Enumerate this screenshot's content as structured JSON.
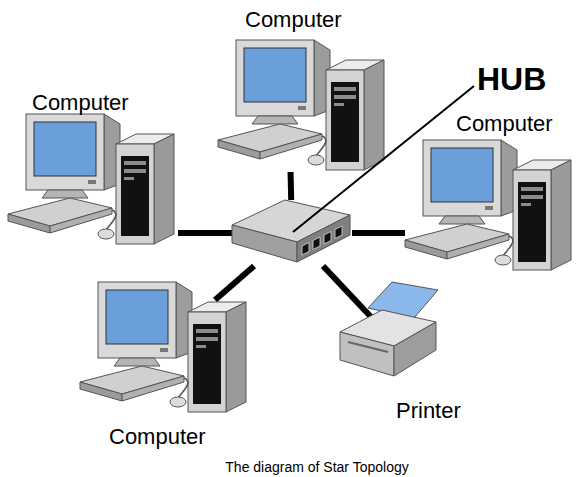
{
  "diagram": {
    "caption": "The diagram of Star Topology",
    "nodes": [
      {
        "text": [
          "Computer"
        ]
      },
      {
        "text": [
          "Computer"
        ]
      },
      {
        "text": [
          "HUB"
        ]
      },
      {
        "text": [
          "Computer"
        ]
      },
      {
        "text": [
          "Computer"
        ]
      },
      {
        "text": [
          "Printer"
        ]
      }
    ],
    "edges": [
      {
        "from": 2,
        "to": 0,
        "arrow": "none"
      },
      {
        "from": 2,
        "to": 1,
        "arrow": "none"
      },
      {
        "from": 2,
        "to": 3,
        "arrow": "none"
      },
      {
        "from": 2,
        "to": 4,
        "arrow": "none"
      },
      {
        "from": 2,
        "to": 5,
        "arrow": "none"
      }
    ]
  }
}
